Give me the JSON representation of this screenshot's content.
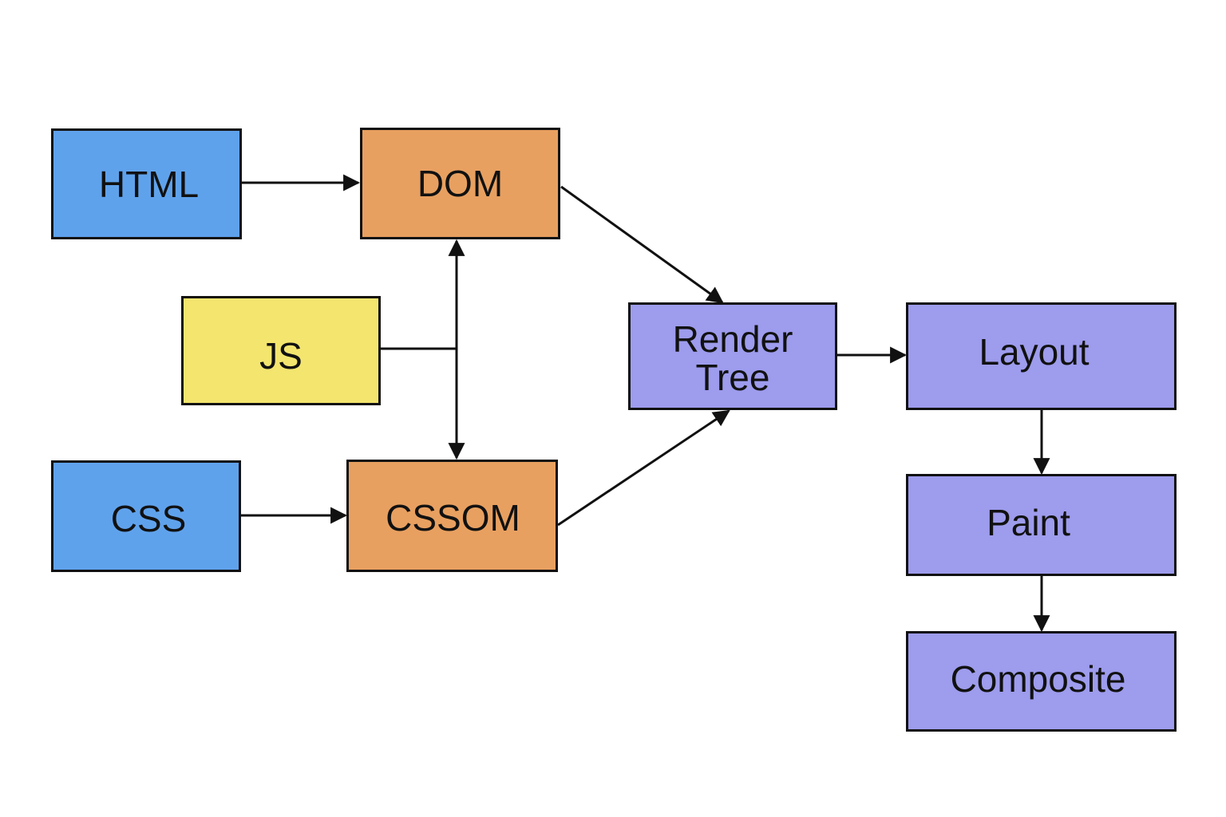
{
  "colors": {
    "input_fill": "#5fa2ec",
    "model_fill": "#e8a060",
    "script_fill": "#f3e56e",
    "pipeline_fill": "#9d9ced",
    "stroke": "#111111",
    "background": "#ffffff"
  },
  "nodes": {
    "html": {
      "label": "HTML"
    },
    "dom": {
      "label": "DOM"
    },
    "js": {
      "label": "JS"
    },
    "css": {
      "label": "CSS"
    },
    "cssom": {
      "label": "CSSOM"
    },
    "render_tree": {
      "label": "Render\nTree"
    },
    "layout": {
      "label": "Layout"
    },
    "paint": {
      "label": "Paint"
    },
    "composite": {
      "label": "Composite"
    }
  },
  "edges": [
    {
      "from": "HTML",
      "to": "DOM"
    },
    {
      "from": "CSS",
      "to": "CSSOM"
    },
    {
      "from": "JS",
      "to": "DOM"
    },
    {
      "from": "JS",
      "to": "CSSOM"
    },
    {
      "from": "DOM",
      "to": "Render Tree"
    },
    {
      "from": "CSSOM",
      "to": "Render Tree"
    },
    {
      "from": "Render Tree",
      "to": "Layout"
    },
    {
      "from": "Layout",
      "to": "Paint"
    },
    {
      "from": "Paint",
      "to": "Composite"
    }
  ]
}
